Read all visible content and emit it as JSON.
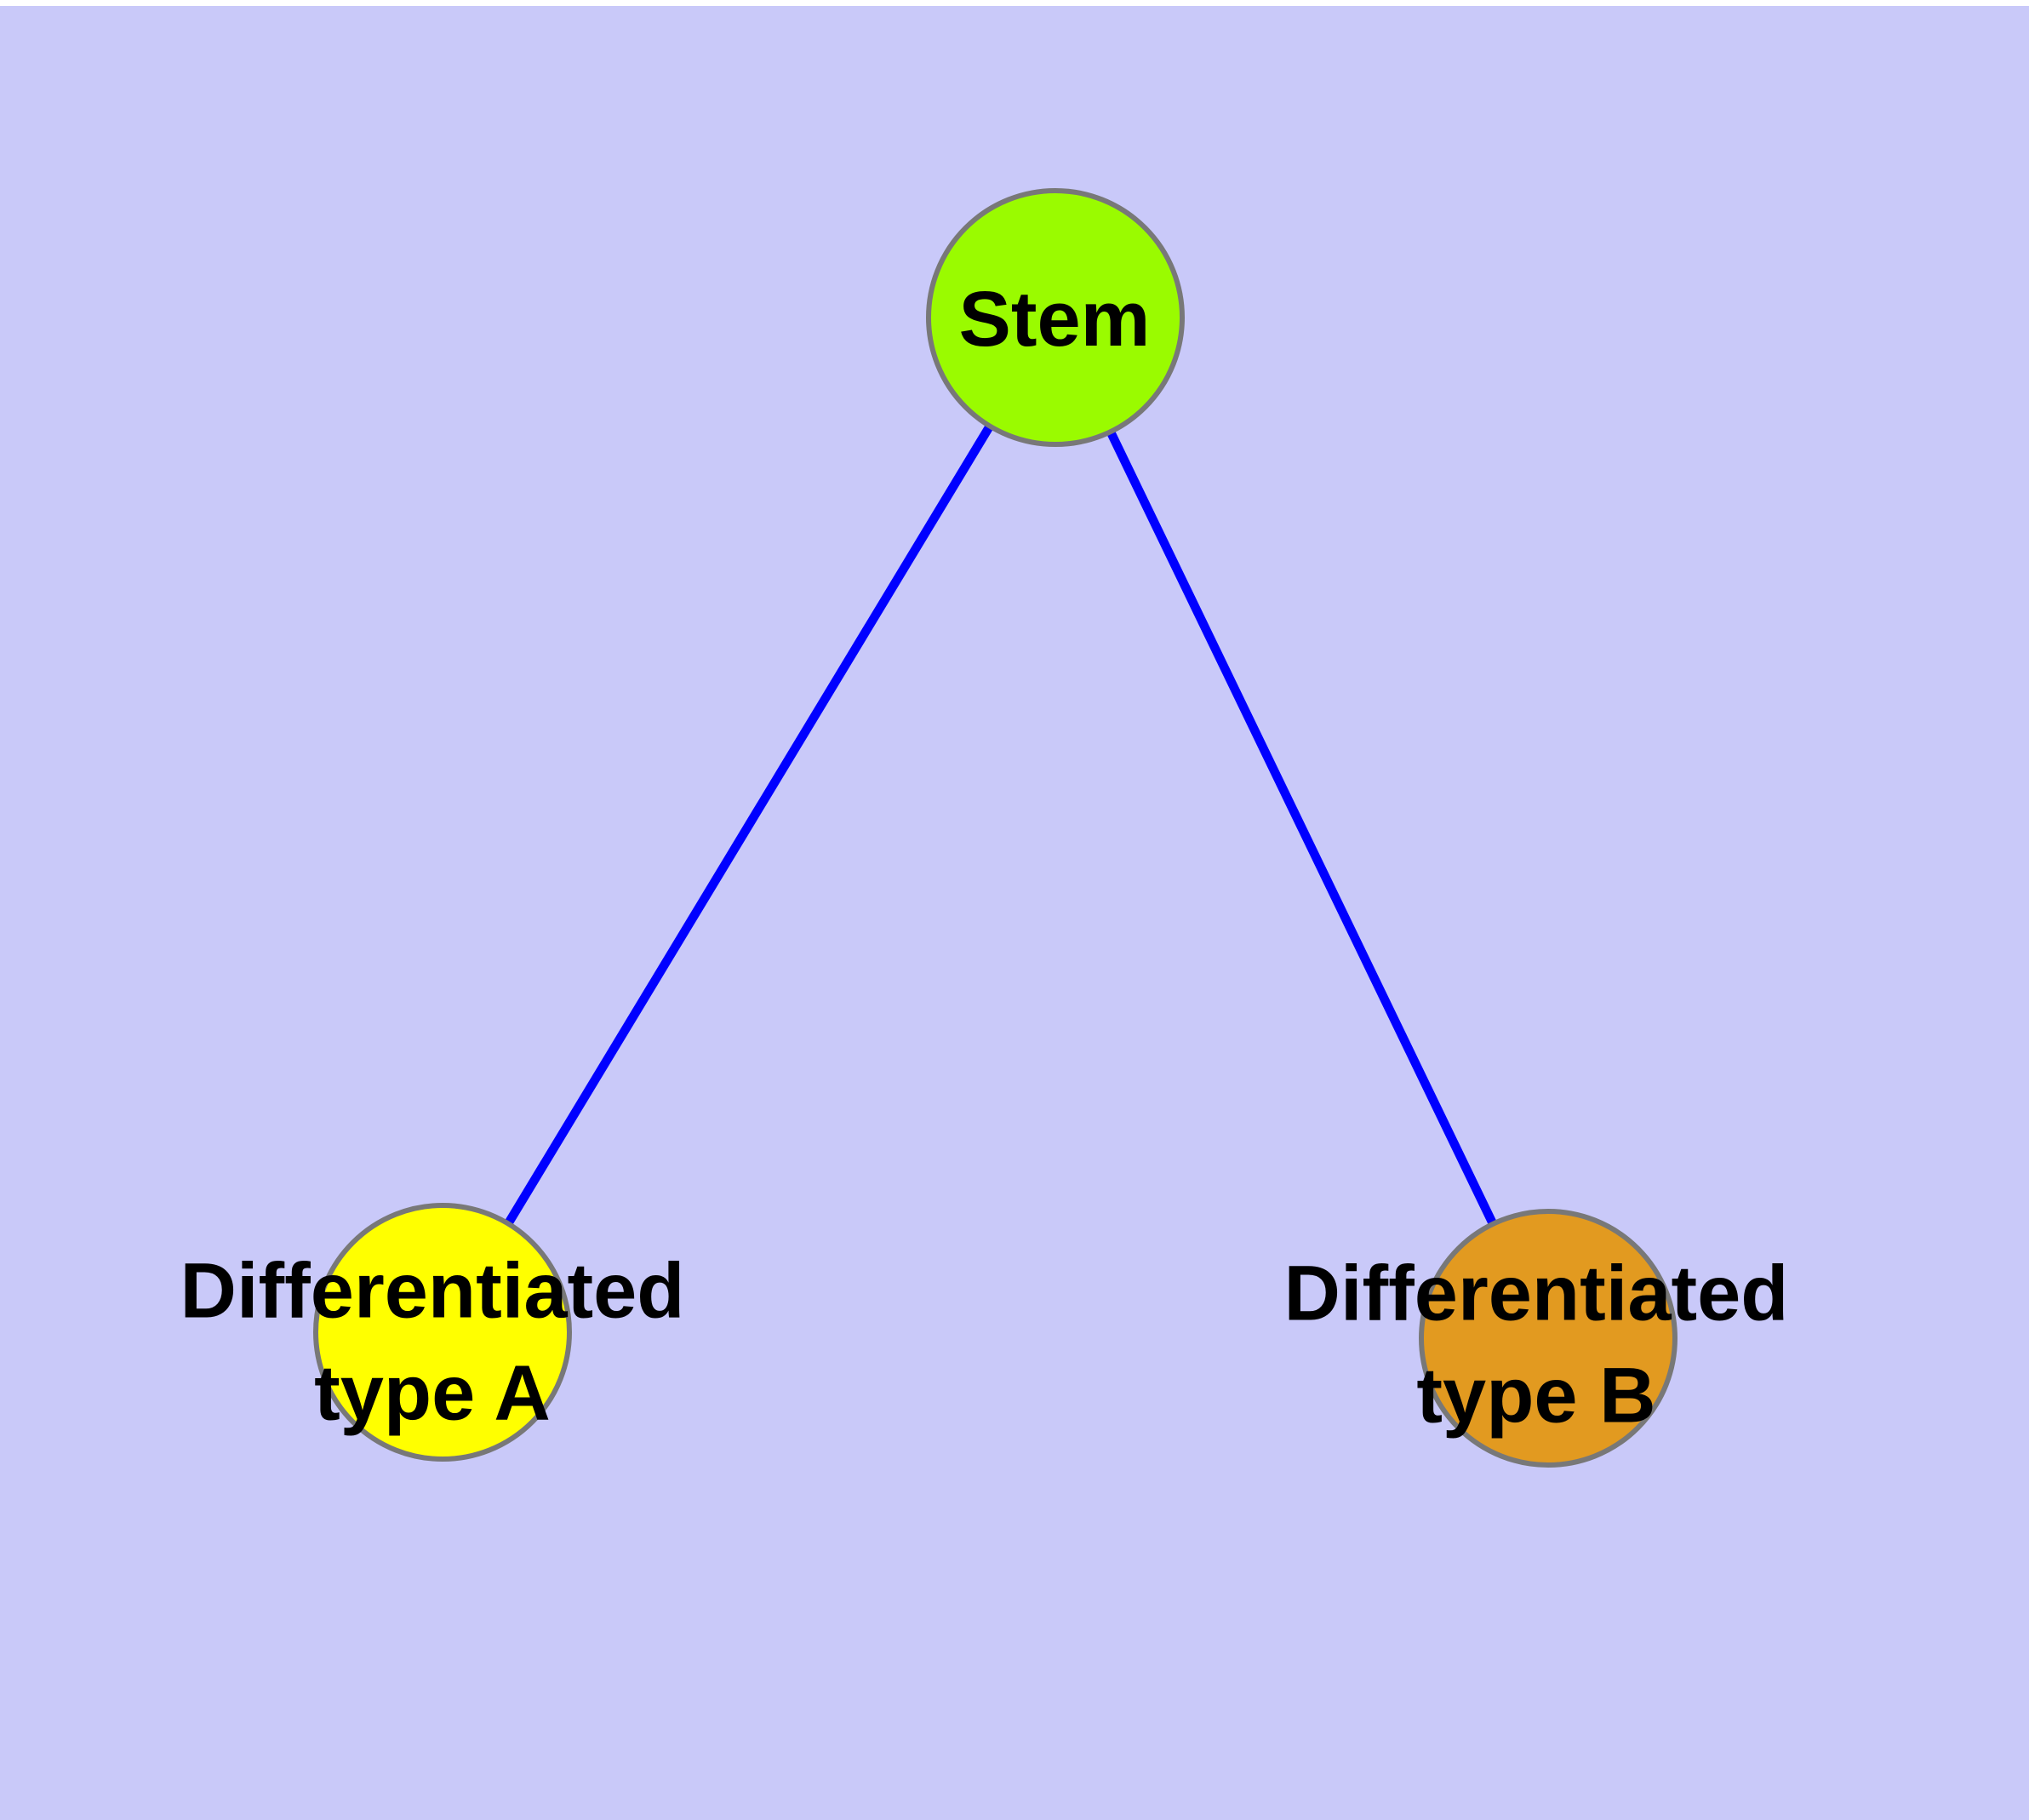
{
  "diagram": {
    "type": "node-link-graph",
    "background_color": "#C9C9F9",
    "top_strip_color": "#FFFFFF",
    "edge_color": "#0000FF",
    "node_border_color": "#787878",
    "label_color": "#000000",
    "nodes": {
      "stem": {
        "label": "Stem",
        "color": "#9AFB00"
      },
      "type_a": {
        "label": "Differentiated\ntype A",
        "color": "#FFFF00"
      },
      "type_b": {
        "label": "Differentiated\ntype B",
        "color": "#E29A20"
      }
    },
    "edges": [
      {
        "from": "Stem",
        "to": "Differentiated type A"
      },
      {
        "from": "Stem",
        "to": "Differentiated type B"
      }
    ]
  }
}
